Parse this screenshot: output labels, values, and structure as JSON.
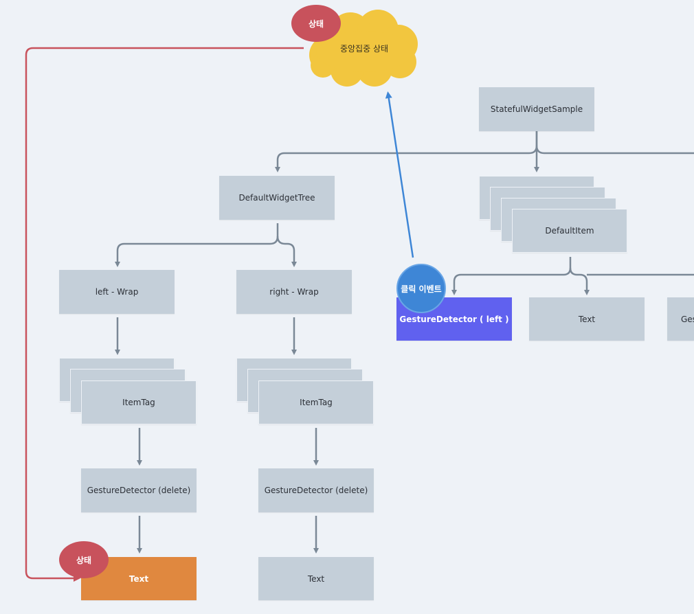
{
  "cloud": {
    "label": "중앙집중 상태",
    "color": "#f2c63f"
  },
  "badges": {
    "top_state": "상태",
    "bottom_state": "상태",
    "click_event": "클릭 이벤트"
  },
  "nodes": {
    "stateful_widget_sample": "StatefulWidgetSample",
    "default_widget_tree": "DefaultWidgetTree",
    "default_item": "DefaultItem",
    "left_wrap": "left - Wrap",
    "right_wrap": "right - Wrap",
    "item_tag_left": "ItemTag",
    "item_tag_right": "ItemTag",
    "gesture_delete_left": "GestureDetector (delete)",
    "gesture_delete_right": "GestureDetector (delete)",
    "text_left": "Text",
    "text_right": "Text",
    "gesture_left": "GestureDetector ( left )",
    "text_middle": "Text",
    "gesture_cut": "Ges"
  },
  "colors": {
    "connector": "#7a8896",
    "state_flow": "#c8525c",
    "event_flow": "#3e86d6",
    "highlight_event_node": "#6061ef",
    "highlight_state_node": "#e0883f"
  }
}
